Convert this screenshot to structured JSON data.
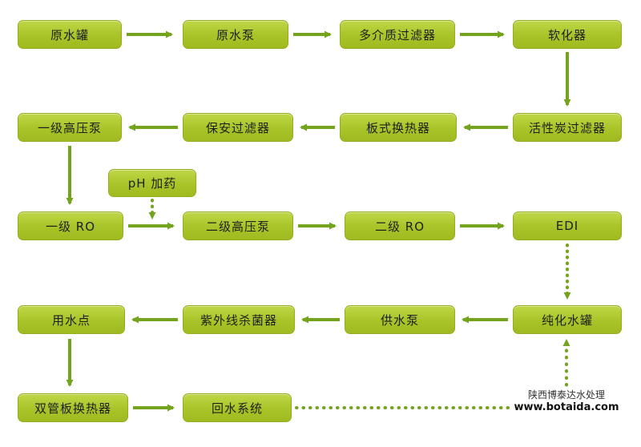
{
  "diagram": {
    "colors": {
      "box_fill_top": "#bfd747",
      "box_fill_bottom": "#9fba20",
      "box_border": "#93af1f",
      "arrow": "#74a41e",
      "text": "#1f1f1f"
    },
    "nodes": [
      {
        "id": "raw-water-tank",
        "label": "原水罐"
      },
      {
        "id": "raw-water-pump",
        "label": "原水泵"
      },
      {
        "id": "multimedia-filter",
        "label": "多介质过滤器"
      },
      {
        "id": "softener",
        "label": "软化器"
      },
      {
        "id": "activated-carbon-filter",
        "label": "活性炭过滤器"
      },
      {
        "id": "plate-heat-exchanger",
        "label": "板式换热器"
      },
      {
        "id": "security-filter",
        "label": "保安过滤器"
      },
      {
        "id": "first-stage-hp-pump",
        "label": "一级高压泵"
      },
      {
        "id": "ph-dosing",
        "label": "pH 加药"
      },
      {
        "id": "first-stage-ro",
        "label": "一级 RO"
      },
      {
        "id": "second-stage-hp-pump",
        "label": "二级高压泵"
      },
      {
        "id": "second-stage-ro",
        "label": "二级 RO"
      },
      {
        "id": "edi",
        "label": "EDI"
      },
      {
        "id": "purified-water-tank",
        "label": "纯化水罐"
      },
      {
        "id": "supply-pump",
        "label": "供水泵"
      },
      {
        "id": "uv-sterilizer",
        "label": "紫外线杀菌器"
      },
      {
        "id": "water-use-point",
        "label": "用水点"
      },
      {
        "id": "double-tube-plate-hx",
        "label": "双管板换热器"
      },
      {
        "id": "return-water-system",
        "label": "回水系统"
      }
    ],
    "watermark": {
      "line1": "陕西博泰达水处理",
      "line2": "www.botaida.com"
    }
  }
}
